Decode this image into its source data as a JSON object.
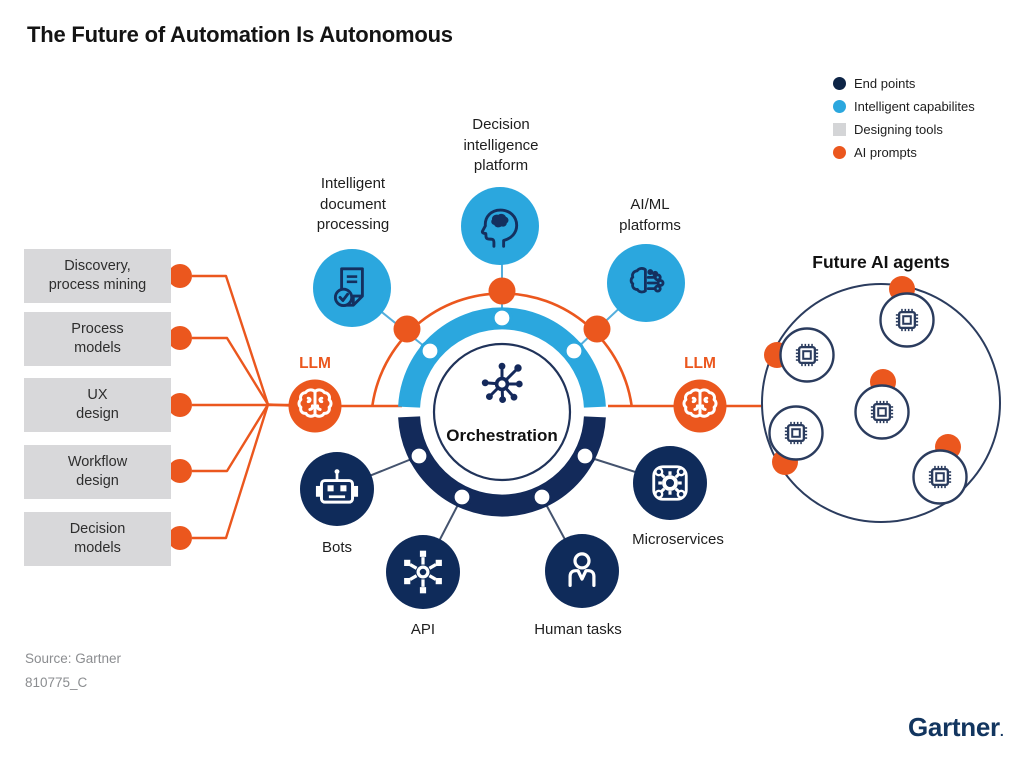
{
  "title": "The Future of Automation Is Autonomous",
  "legend": {
    "items": [
      {
        "label": "End points",
        "color": "#0D2446",
        "shape": "circle"
      },
      {
        "label": "Intelligent capabilites",
        "color": "#2BA7DE",
        "shape": "circle"
      },
      {
        "label": "Designing tools",
        "color": "#D4D5D7",
        "shape": "square"
      },
      {
        "label": "AI prompts",
        "color": "#EB571E",
        "shape": "circle"
      }
    ]
  },
  "designing_tools": {
    "boxes": [
      "Discovery,\nprocess mining",
      "Process\nmodels",
      "UX\ndesign",
      "Workflow\ndesign",
      "Decision\nmodels"
    ]
  },
  "llm": {
    "left": "LLM",
    "right": "LLM"
  },
  "hub": {
    "label": "Orchestration"
  },
  "capabilities": {
    "idp": "Intelligent\ndocument\nprocessing",
    "dip": "Decision\nintelligence\nplatform",
    "aiml": "AI/ML\nplatforms"
  },
  "endpoints": {
    "bots": "Bots",
    "api": "API",
    "human": "Human tasks",
    "micro": "Microservices"
  },
  "future": {
    "title": "Future AI agents"
  },
  "footer": {
    "source": "Source: Gartner",
    "code": "810775_C"
  },
  "brand": {
    "logo": "Gartner",
    "mark": "."
  },
  "colors": {
    "navy": "#0F2B5A",
    "light_blue": "#2BA7DE",
    "orange": "#EB571E",
    "box_gray": "#D8D8DA",
    "ring_navy": "#132A5A"
  }
}
